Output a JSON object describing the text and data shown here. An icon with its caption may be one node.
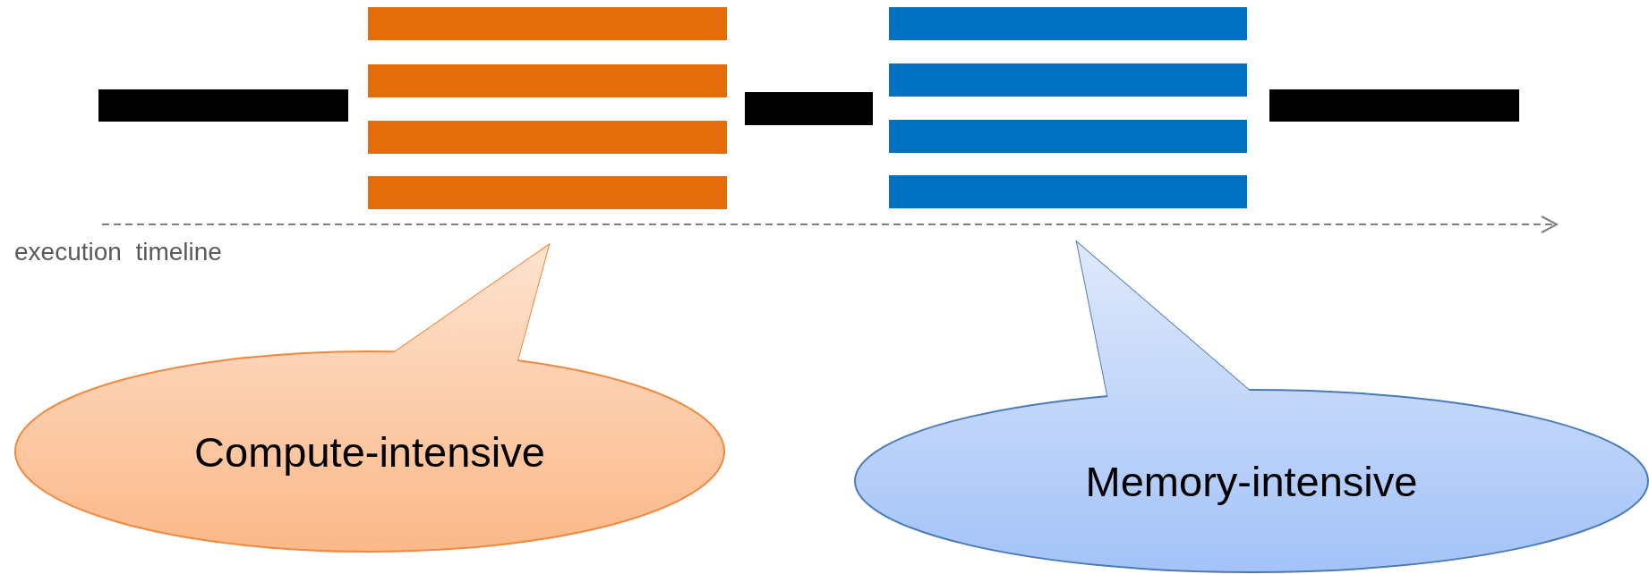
{
  "diagram": {
    "nodes": [
      {
        "text": [],
        "shape": "bar"
      },
      {
        "text": [],
        "shape": "bar"
      },
      {
        "text": [],
        "shape": "bar"
      },
      {
        "text": [],
        "shape": "bar"
      },
      {
        "text": [],
        "shape": "bar"
      },
      {
        "text": [],
        "shape": "bar"
      },
      {
        "text": [],
        "shape": "bar"
      },
      {
        "text": [],
        "shape": "bar"
      },
      {
        "text": [],
        "shape": "bar"
      },
      {
        "text": [],
        "shape": "bar"
      },
      {
        "text": [],
        "shape": "bar"
      },
      {
        "text": [
          "Compute-intensive"
        ]
      },
      {
        "text": [
          "Memory-intensive"
        ]
      }
    ],
    "labels": [
      "execution  timeline"
    ]
  }
}
